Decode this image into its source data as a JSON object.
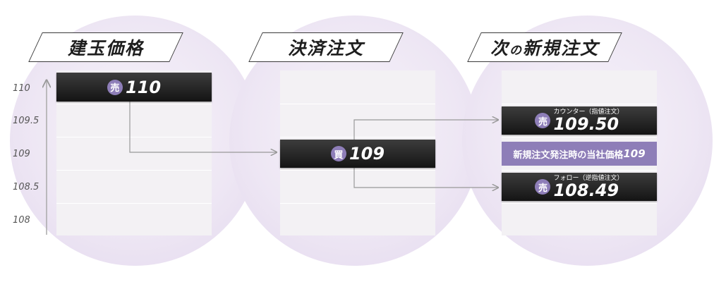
{
  "headers": {
    "entry": "建玉価格",
    "settle": "決済注文",
    "next_pre": "次",
    "next_no": "の",
    "next_post": "新規注文"
  },
  "y_axis": {
    "labels": [
      "110",
      "109.5",
      "109",
      "108.5",
      "108"
    ]
  },
  "entry_bar": {
    "badge": "売",
    "price": "110"
  },
  "settle_bar": {
    "badge": "買",
    "price": "109"
  },
  "counter_bar": {
    "badge": "売",
    "tag": "カウンター（指値注文）",
    "price": "109.50"
  },
  "middle_bar": {
    "text": "新規注文発注時の当社価格",
    "num": "109"
  },
  "follow_bar": {
    "badge": "売",
    "tag": "フォロー（逆指値注文）",
    "price": "108.49"
  },
  "colors": {
    "accent": "#8e7eb8",
    "bar_dark": "#1e1e1e",
    "circle": "#ece4f3"
  }
}
